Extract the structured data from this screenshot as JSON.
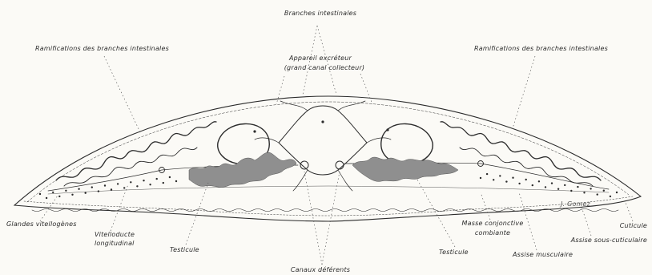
{
  "labels": {
    "branches_intestinales": "Branches intestinales",
    "ramifications_left": "Ramifications des branches intestinales",
    "ramifications_right": "Ramifications des branches intestinales",
    "appareil_excreteur_1": "Appareil excréteur",
    "appareil_excreteur_2": "(grand canal collecteur)",
    "glandes_vitellogenes": "Glandes vitellogènes",
    "vitelloducte_1": "Vitelloducte",
    "vitelloducte_2": "longitudinal",
    "testicule_left": "Testicule",
    "canaux_deferents": "Canaux déférents",
    "testicule_right": "Testicule",
    "masse_conjonctive_1": "Masse conjonctive",
    "masse_conjonctive_2": "combiante",
    "assise_musculaire": "Assise musculaire",
    "assise_sous_cuticulaire": "Assise sous-cuticulaire",
    "cuticule": "Cuticule",
    "signature": "J. Gomez"
  },
  "colors": {
    "ink": "#2b2b2b",
    "paper": "#fbfaf6",
    "testis_fill": "#8f8f8f"
  }
}
